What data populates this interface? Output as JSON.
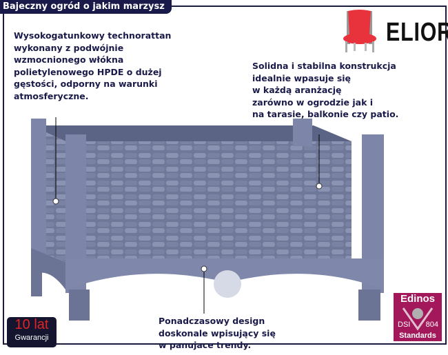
{
  "title": "Bajeczny ogród o jakim marzysz",
  "brand": {
    "name": "ELIOR",
    "icon": "chair-icon",
    "color": "#e8323c"
  },
  "features": [
    {
      "text": "Wysokogatunkowy technorattan\nwykonany z podwójnie\nwzmocnionego włókna\npolietylenowego HPDE o dużej\ngęstości, odporny na warunki\natmosferyczne."
    },
    {
      "text": "Solidna i stabilna konstrukcja\nidealnie wpasuje się\nw każdą aranżację\nzarówno w ogrodzie jak i\nna tarasie, balkonie czy patio."
    },
    {
      "text": "Ponadczasowy design\ndoskonale wpisujący się\nw panujace trendy."
    }
  ],
  "warranty": {
    "value": "10 lat",
    "label": "Gwarancji"
  },
  "certification": {
    "name": "Edinos",
    "left": "DSI",
    "right": "804",
    "label": "Standards",
    "color": "#a3185a"
  }
}
